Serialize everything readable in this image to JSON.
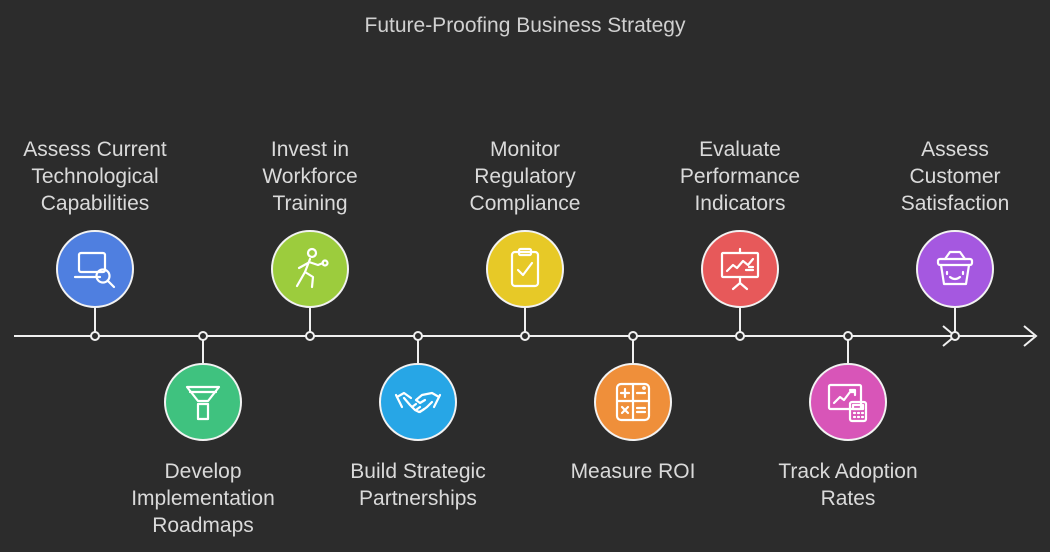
{
  "title": "Future-Proofing Business Strategy",
  "steps": [
    {
      "label": "Assess Current\nTechnological\nCapabilities",
      "position": "top",
      "color": "#4f7fe0",
      "icon": "laptop-search-icon"
    },
    {
      "label": "Develop\nImplementation\nRoadmaps",
      "position": "bottom",
      "color": "#3fc27f",
      "icon": "funnel-icon"
    },
    {
      "label": "Invest in\nWorkforce\nTraining",
      "position": "top",
      "color": "#9ccc3d",
      "icon": "training-person-icon"
    },
    {
      "label": "Build Strategic\nPartnerships",
      "position": "bottom",
      "color": "#27a6e6",
      "icon": "handshake-icon"
    },
    {
      "label": "Monitor\nRegulatory\nCompliance",
      "position": "top",
      "color": "#e7c927",
      "icon": "clipboard-check-icon"
    },
    {
      "label": "Measure ROI",
      "position": "bottom",
      "color": "#ef8f3a",
      "icon": "calculator-icon"
    },
    {
      "label": "Evaluate\nPerformance\nIndicators",
      "position": "top",
      "color": "#e7595a",
      "icon": "presentation-chart-icon"
    },
    {
      "label": "Track Adoption\nRates",
      "position": "bottom",
      "color": "#d855b8",
      "icon": "chart-calculator-icon"
    },
    {
      "label": "Assess\nCustomer\nSatisfaction",
      "position": "top",
      "color": "#a558e0",
      "icon": "smiling-basket-icon"
    }
  ]
}
